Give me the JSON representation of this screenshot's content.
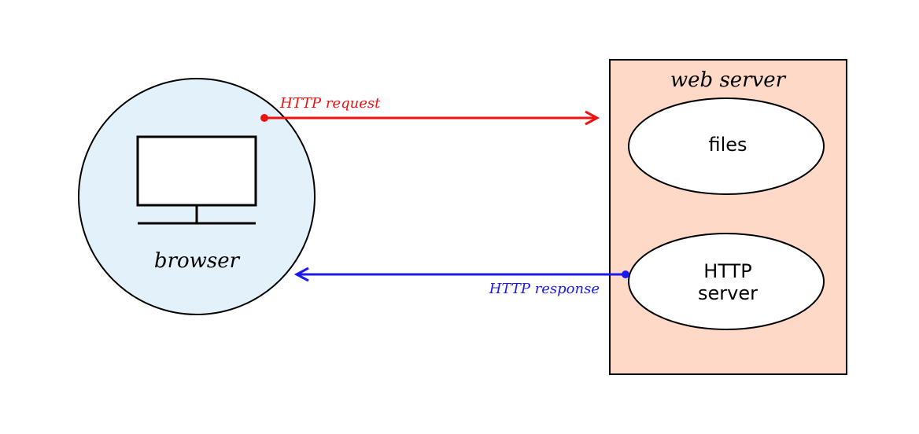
{
  "browser": {
    "label": "browser",
    "fill_color": "#e3f2fa"
  },
  "web_server": {
    "label": "web server",
    "fill_color": "#ffd9c8",
    "files_label": "files",
    "http_server_label_line1": "HTTP",
    "http_server_label_line2": "server"
  },
  "request": {
    "label": "HTTP request",
    "color": "#ee1111"
  },
  "response": {
    "label": "HTTP response",
    "color": "#1a1aee"
  }
}
